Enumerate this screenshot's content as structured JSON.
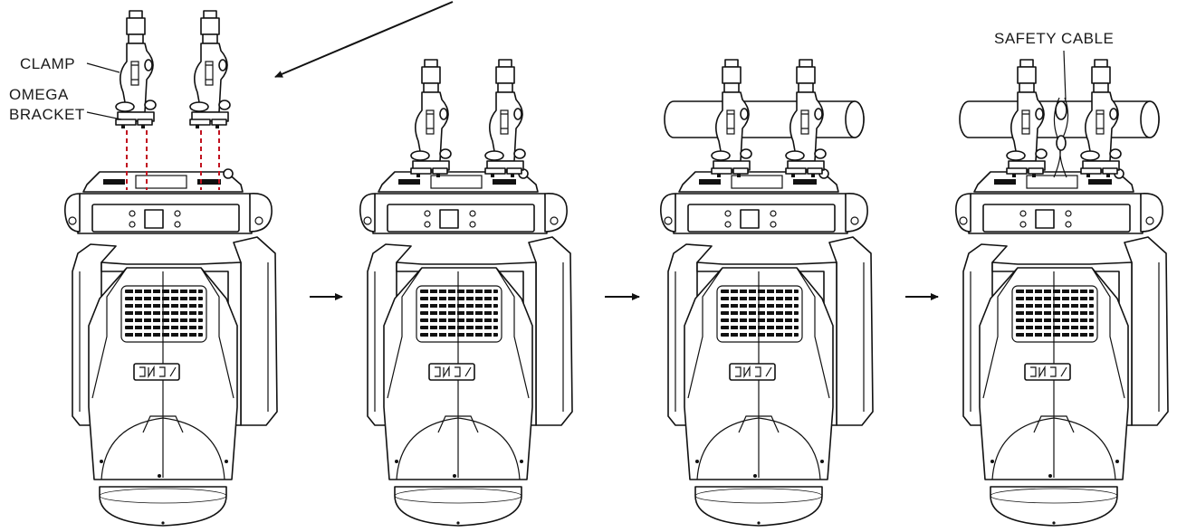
{
  "labels": {
    "clamp": "CLAMP",
    "omega_line1": "OMEGA",
    "omega_line2": "BRACKET",
    "safety_cable": "SAFETY CABLE"
  },
  "steps": [
    {
      "id": "step-1",
      "clamps": "separate",
      "pipe": false,
      "safety_cable": false
    },
    {
      "id": "step-2",
      "clamps": "attached",
      "pipe": false,
      "safety_cable": false
    },
    {
      "id": "step-3",
      "clamps": "attached",
      "pipe": true,
      "safety_cable": false
    },
    {
      "id": "step-4",
      "clamps": "attached",
      "pipe": true,
      "safety_cable": true
    }
  ],
  "step_arrow_count": 3,
  "colors": {
    "line": "#111111",
    "guide": "#c1121f",
    "background": "#ffffff"
  },
  "icons": [
    "moving-head-fixture",
    "clamp",
    "omega-bracket",
    "pipe",
    "safety-cable",
    "arrow-right"
  ]
}
